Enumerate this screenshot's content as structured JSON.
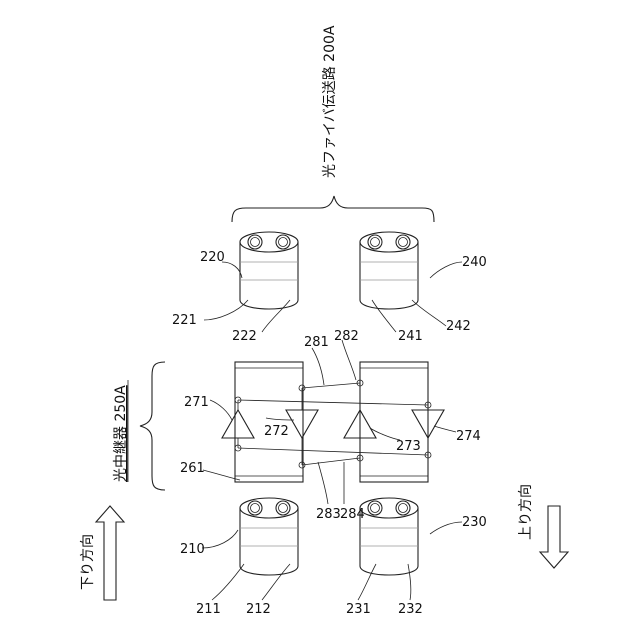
{
  "title": "光ファイバ伝送路 200A",
  "repeater_label": "光中継器 250A",
  "direction_down": "下り方向",
  "direction_up": "上り方向",
  "labels": {
    "c220": "220",
    "c221": "221",
    "c222": "222",
    "c240": "240",
    "c241": "241",
    "c242": "242",
    "c210": "210",
    "c211": "211",
    "c212": "212",
    "c230": "230",
    "c231": "231",
    "c232": "232",
    "r261": "261",
    "a271": "271",
    "a272": "272",
    "a273": "273",
    "a274": "274",
    "f281": "281",
    "f282": "282",
    "f283": "283",
    "f284": "284"
  }
}
